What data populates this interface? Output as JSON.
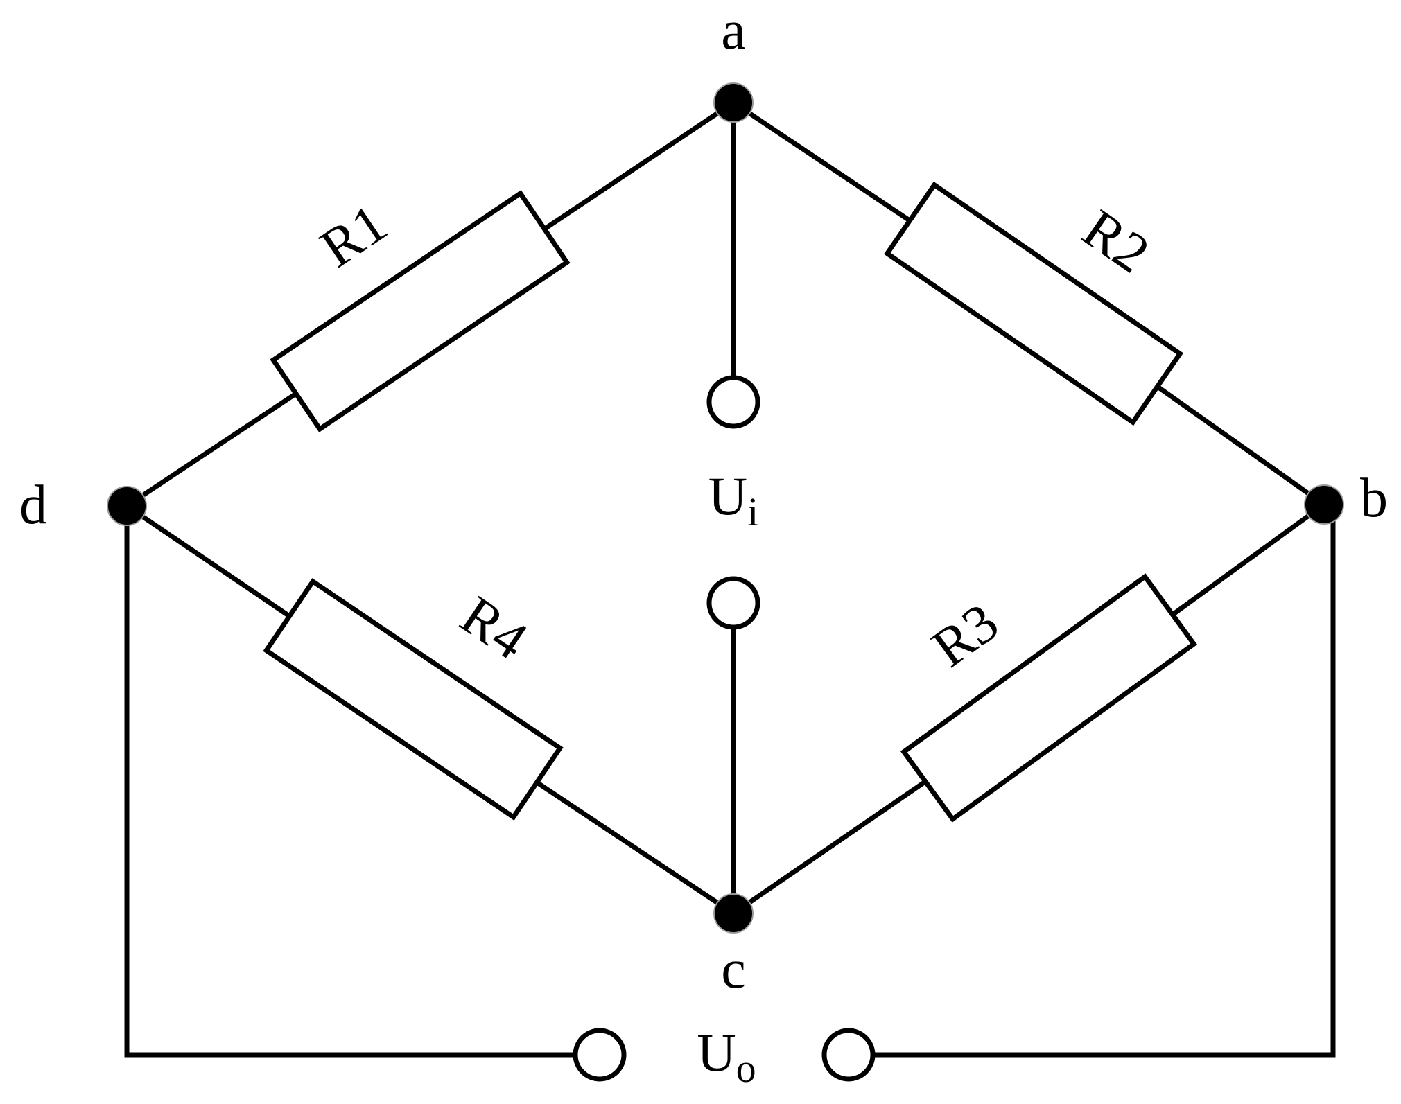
{
  "nodes": {
    "a": "a",
    "b": "b",
    "c": "c",
    "d": "d"
  },
  "resistors": {
    "r1": "R1",
    "r2": "R2",
    "r3": "R3",
    "r4": "R4"
  },
  "input_voltage": {
    "symbol": "U",
    "subscript": "i"
  },
  "output_voltage": {
    "symbol": "U",
    "subscript": "o"
  }
}
